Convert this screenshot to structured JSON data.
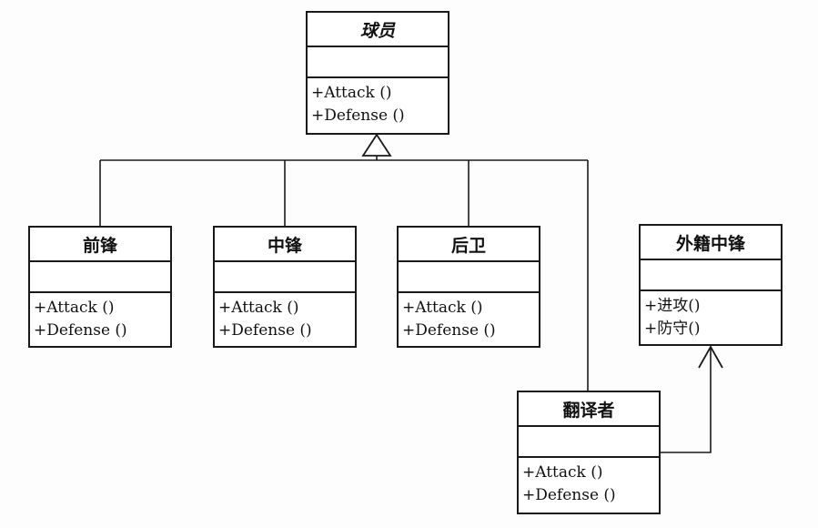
{
  "classes": {
    "player": {
      "name": "球员",
      "ops": [
        "+Attack ()",
        "+Defense ()"
      ]
    },
    "forward": {
      "name": "前锋",
      "ops": [
        "+Attack ()",
        "+Defense ()"
      ]
    },
    "center": {
      "name": "中锋",
      "ops": [
        "+Attack ()",
        "+Defense ()"
      ]
    },
    "back": {
      "name": "后卫",
      "ops": [
        "+Attack ()",
        "+Defense ()"
      ]
    },
    "foreign_center": {
      "name": "外籍中锋",
      "ops": [
        "+进攻()",
        "+防守()"
      ]
    },
    "translator": {
      "name": "翻译者",
      "ops": [
        "+Attack ()",
        "+Defense ()"
      ]
    }
  },
  "relations": [
    {
      "type": "generalization",
      "from": "forward",
      "to": "player"
    },
    {
      "type": "generalization",
      "from": "center",
      "to": "player"
    },
    {
      "type": "generalization",
      "from": "back",
      "to": "player"
    },
    {
      "type": "generalization",
      "from": "translator",
      "to": "player"
    },
    {
      "type": "association",
      "from": "translator",
      "to": "foreign_center"
    }
  ],
  "colors": {
    "line": "#1a1a1a",
    "background": "#ffffff"
  }
}
